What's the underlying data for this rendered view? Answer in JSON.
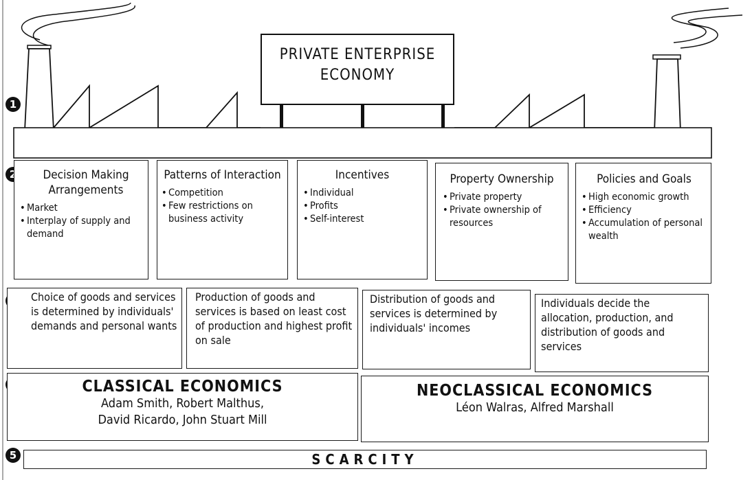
{
  "sign": {
    "line1": "PRIVATE ENTERPRISE",
    "line2": "ECONOMY"
  },
  "badges": [
    "1",
    "2",
    "3",
    "4",
    "5"
  ],
  "characteristics": [
    {
      "title": "Decision Making Arrangements",
      "items": [
        "Market",
        "Interplay of supply and demand"
      ]
    },
    {
      "title": "Patterns of Interaction",
      "items": [
        "Competition",
        "Few restrictions on business activity"
      ]
    },
    {
      "title": "Incentives",
      "items": [
        "Individual",
        "Profits",
        "Self-interest"
      ]
    },
    {
      "title": "Property Ownership",
      "items": [
        "Private property",
        "Private ownership of resources"
      ]
    },
    {
      "title": "Policies and Goals",
      "items": [
        "High economic growth",
        "Efficiency",
        "Accumulation of personal wealth"
      ]
    }
  ],
  "questions": [
    "Choice of goods and services is determined by individuals' demands and personal wants",
    "Production of goods and services is based on least cost of production and highest profit on sale",
    "Distribution of goods and services is determined by individuals' incomes",
    "Individuals decide the allocation, production, and distribution of goods and services"
  ],
  "schools": [
    {
      "name": "CLASSICAL ECONOMICS",
      "people_line1": "Adam Smith, Robert Malthus,",
      "people_line2": "David Ricardo, John Stuart Mill"
    },
    {
      "name": "NEOCLASSICAL ECONOMICS",
      "people_line1": "Léon Walras, Alfred Marshall",
      "people_line2": ""
    }
  ],
  "foundation": "SCARCITY"
}
